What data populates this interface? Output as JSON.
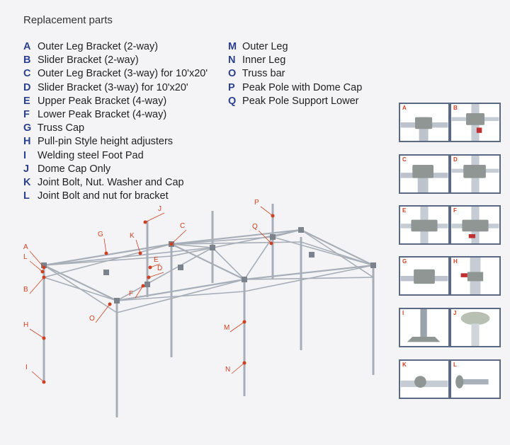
{
  "title": "Replacement parts",
  "parts_left": [
    {
      "letter": "A",
      "name": "Outer Leg Bracket (2-way)"
    },
    {
      "letter": "B",
      "name": "Slider Bracket (2-way)"
    },
    {
      "letter": "C",
      "name": "Outer Leg Bracket (3-way) for 10'x20'"
    },
    {
      "letter": "D",
      "name": "Slider Bracket (3-way) for 10'x20'"
    },
    {
      "letter": "E",
      "name": "Upper Peak Bracket (4-way)"
    },
    {
      "letter": "F",
      "name": "Lower Peak Bracket (4-way)"
    },
    {
      "letter": "G",
      "name": "Truss Cap"
    },
    {
      "letter": "H",
      "name": "Pull-pin Style height adjusters"
    },
    {
      "letter": "I",
      "name": "Welding steel Foot Pad"
    },
    {
      "letter": "J",
      "name": "Dome Cap Only"
    },
    {
      "letter": "K",
      "name": "Joint Bolt, Nut. Washer and Cap"
    },
    {
      "letter": "L",
      "name": "Joint Bolt and nut for bracket"
    }
  ],
  "parts_right": [
    {
      "letter": "M",
      "name": "Outer Leg"
    },
    {
      "letter": "N",
      "name": "Inner Leg"
    },
    {
      "letter": "O",
      "name": "Truss bar"
    },
    {
      "letter": "P",
      "name": "Peak Pole with Dome Cap"
    },
    {
      "letter": "Q",
      "name": "Peak Pole Support Lower"
    }
  ],
  "callouts": [
    "A",
    "L",
    "B",
    "G",
    "K",
    "J",
    "C",
    "E",
    "D",
    "F",
    "O",
    "H",
    "I",
    "P",
    "Q",
    "M",
    "N"
  ],
  "thumbnails": [
    "A",
    "B",
    "C",
    "D",
    "E",
    "F",
    "G",
    "H",
    "I",
    "J",
    "K",
    "L"
  ],
  "colors": {
    "accent": "#2b3f8f",
    "callout": "#d04020",
    "frame": "#a8aeb8"
  }
}
